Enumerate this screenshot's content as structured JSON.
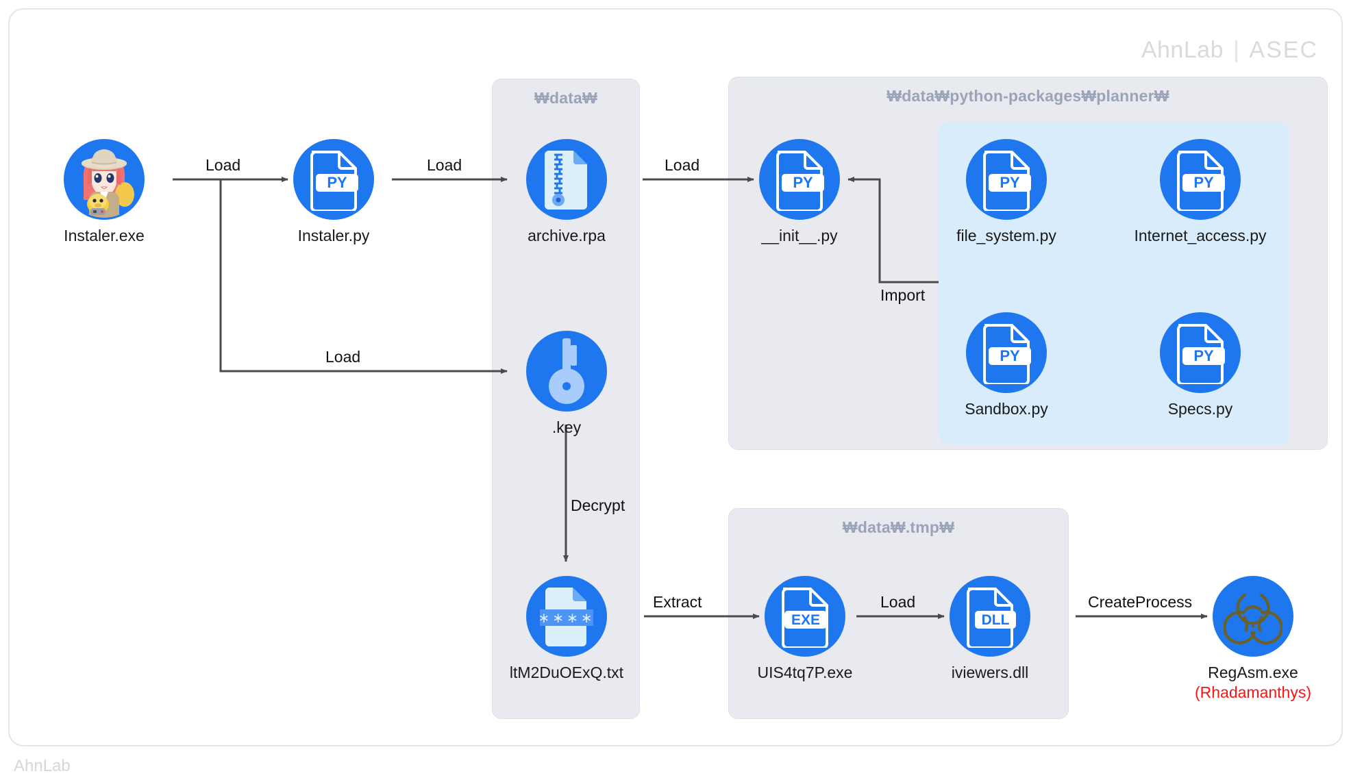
{
  "brand": {
    "top_primary": "AhnLab",
    "top_separator": "|",
    "top_secondary": "ASEC",
    "bottom": "AhnLab"
  },
  "groups": [
    {
      "id": "data",
      "title": "₩data₩"
    },
    {
      "id": "planner",
      "title": "₩data₩python-packages₩planner₩"
    },
    {
      "id": "tmp",
      "title": "₩data₩.tmp₩"
    }
  ],
  "nodes": {
    "installer_exe": {
      "label": "Instaler.exe",
      "icon": "anime-avatar-icon"
    },
    "installer_py": {
      "label": "Instaler.py",
      "icon": "py-file-icon",
      "badge": "PY"
    },
    "archive_rpa": {
      "label": "archive.rpa",
      "icon": "zip-archive-icon"
    },
    "key_file": {
      "label": ".key",
      "icon": "key-icon"
    },
    "txt_file": {
      "label": "ltM2DuOExQ.txt",
      "icon": "password-file-icon",
      "badge": "∗∗∗∗"
    },
    "init_py": {
      "label": "__init__.py",
      "icon": "py-file-icon",
      "badge": "PY"
    },
    "file_system": {
      "label": "file_system.py",
      "icon": "py-file-icon",
      "badge": "PY"
    },
    "internet": {
      "label": "Internet_access.py",
      "icon": "py-file-icon",
      "badge": "PY"
    },
    "sandbox": {
      "label": "Sandbox.py",
      "icon": "py-file-icon",
      "badge": "PY"
    },
    "specs": {
      "label": "Specs.py",
      "icon": "py-file-icon",
      "badge": "PY"
    },
    "uis4_exe": {
      "label": "UIS4tq7P.exe",
      "icon": "exe-file-icon",
      "badge": "EXE"
    },
    "iviewers_dll": {
      "label": "iviewers.dll",
      "icon": "dll-file-icon",
      "badge": "DLL"
    },
    "regasm_exe": {
      "label": "RegAsm.exe",
      "sublabel": "(Rhadamanthys)",
      "icon": "biohazard-icon"
    }
  },
  "edges": [
    {
      "id": "exe-to-py",
      "label": "Load"
    },
    {
      "id": "py-to-archive",
      "label": "Load"
    },
    {
      "id": "py-to-key",
      "label": "Load"
    },
    {
      "id": "archive-to-init",
      "label": "Load"
    },
    {
      "id": "planner-to-init",
      "label": "Import"
    },
    {
      "id": "key-to-txt",
      "label": "Decrypt"
    },
    {
      "id": "txt-to-uis4",
      "label": "Extract"
    },
    {
      "id": "uis4-to-dll",
      "label": "Load"
    },
    {
      "id": "dll-to-regasm",
      "label": "CreateProcess"
    }
  ],
  "colors": {
    "node_blue": "#1f77f0",
    "group_gray": "#e8eaef",
    "group_inner_blue": "#d9ecfb",
    "group_title": "#9aa3b8",
    "arrow": "#4a4a4a",
    "danger_red": "#fc1313",
    "brand_gray": "#d8dade"
  }
}
